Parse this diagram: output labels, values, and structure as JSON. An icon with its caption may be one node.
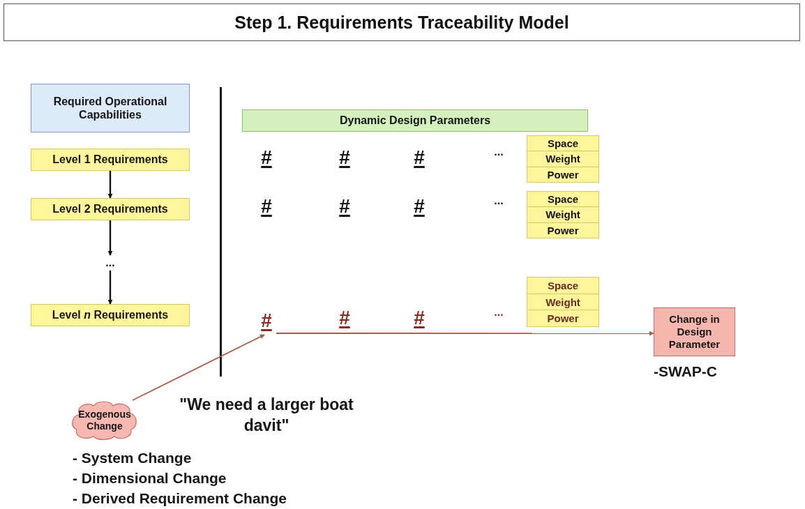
{
  "diagram": {
    "title": "Step 1. Requirements Traceability Model",
    "nodes": [
      {
        "text": [
          "Required Operational Capabilities"
        ]
      },
      {
        "text": [
          "Level 1 Requirements"
        ]
      },
      {
        "text": [
          "Level 2 Requirements"
        ]
      },
      {
        "text": [
          "..."
        ]
      },
      {
        "text": [
          "Level *n* Requirements"
        ]
      },
      {
        "text": [
          "Dynamic Design Parameters"
        ]
      },
      {
        "text": [
          "Space",
          "Weight",
          "Power"
        ]
      },
      {
        "text": [
          "Space",
          "Weight",
          "Power"
        ]
      },
      {
        "text": [
          "Space",
          "Weight",
          "Power"
        ]
      },
      {
        "text": [
          "#"
        ]
      },
      {
        "text": [
          "Change in Design Parameter"
        ],
        "beside": [
          "-SWAP-C"
        ]
      },
      {
        "text": [
          "Exogenous Change"
        ]
      }
    ],
    "edges": [
      {
        "from": 1,
        "to": 2,
        "arrow": "to"
      },
      {
        "from": 2,
        "to": 3,
        "arrow": "to"
      },
      {
        "from": 3,
        "to": 4,
        "arrow": "to"
      },
      {
        "from": 11,
        "to": 9,
        "arrow": "to",
        "color": "#a85a50"
      },
      {
        "from": 9,
        "to": 10,
        "arrow": "to",
        "color": "#a85a50"
      }
    ],
    "labels": [
      "#",
      "#",
      "#",
      "...",
      "#",
      "#",
      "#",
      "...",
      "#",
      "#",
      "...",
      "\"We need a larger boat davit\"",
      "- System Change",
      "- Dimensional Change",
      "- Derived Requirement Change"
    ]
  }
}
